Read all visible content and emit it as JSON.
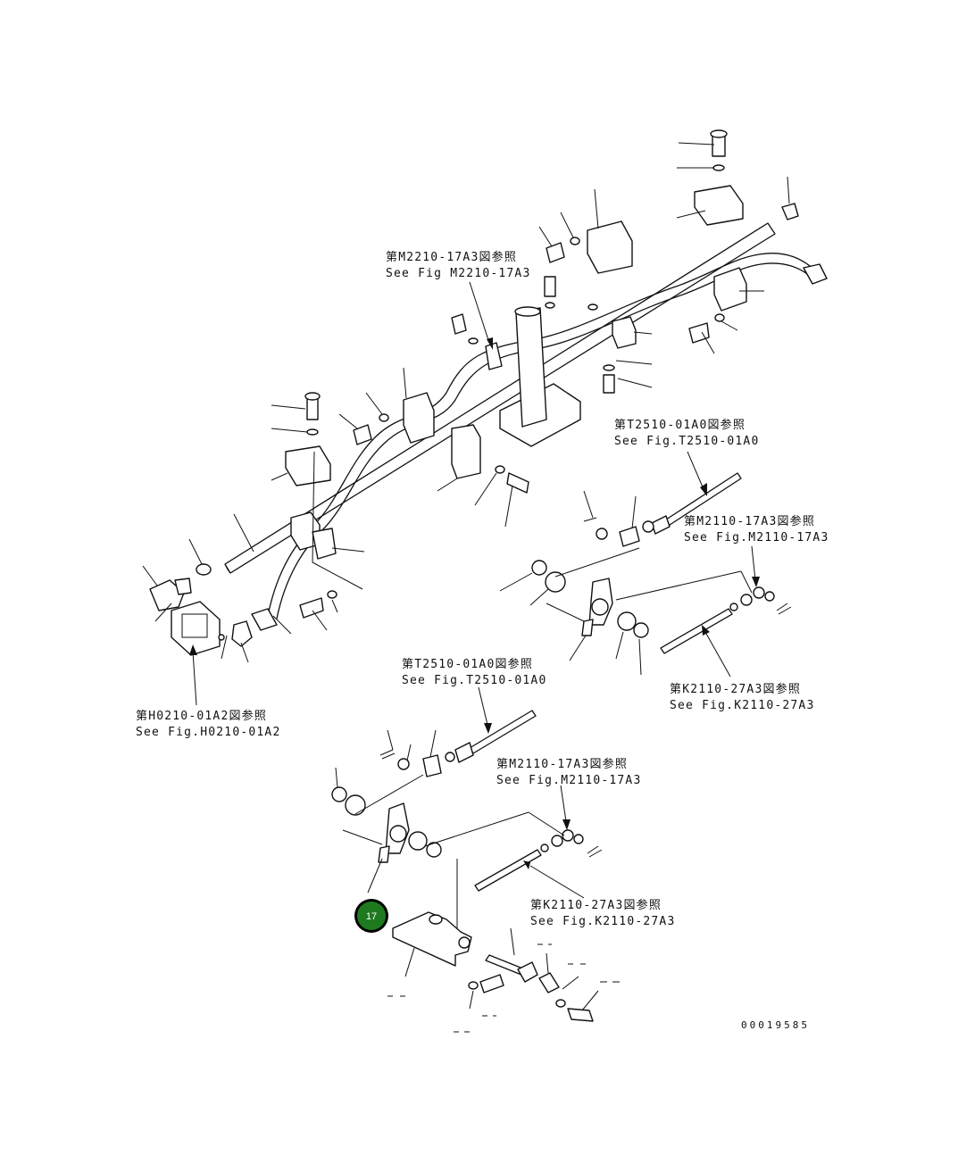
{
  "references": [
    {
      "id": "m2210-top",
      "jp": "第M2210-17A3図参照",
      "en": "See Fig M2210-17A3"
    },
    {
      "id": "t2510-top",
      "jp": "第T2510-01A0図参照",
      "en": "See Fig.T2510-01A0"
    },
    {
      "id": "m2110-top",
      "jp": "第M2110-17A3図参照",
      "en": "See Fig.M2110-17A3"
    },
    {
      "id": "k2110-top",
      "jp": "第K2110-27A3図参照",
      "en": "See Fig.K2110-27A3"
    },
    {
      "id": "h0210",
      "jp": "第H0210-01A2図参照",
      "en": "See Fig.H0210-01A2"
    },
    {
      "id": "t2510-bottom",
      "jp": "第T2510-01A0図参照",
      "en": "See Fig.T2510-01A0"
    },
    {
      "id": "m2110-bottom",
      "jp": "第M2110-17A3図参照",
      "en": "See Fig.M2110-17A3"
    },
    {
      "id": "k2110-bottom",
      "jp": "第K2110-27A3図参照",
      "en": "See Fig.K2110-27A3"
    }
  ],
  "callout": {
    "number": "17",
    "color": "#1f7a1f"
  },
  "drawing_code": "00019585"
}
